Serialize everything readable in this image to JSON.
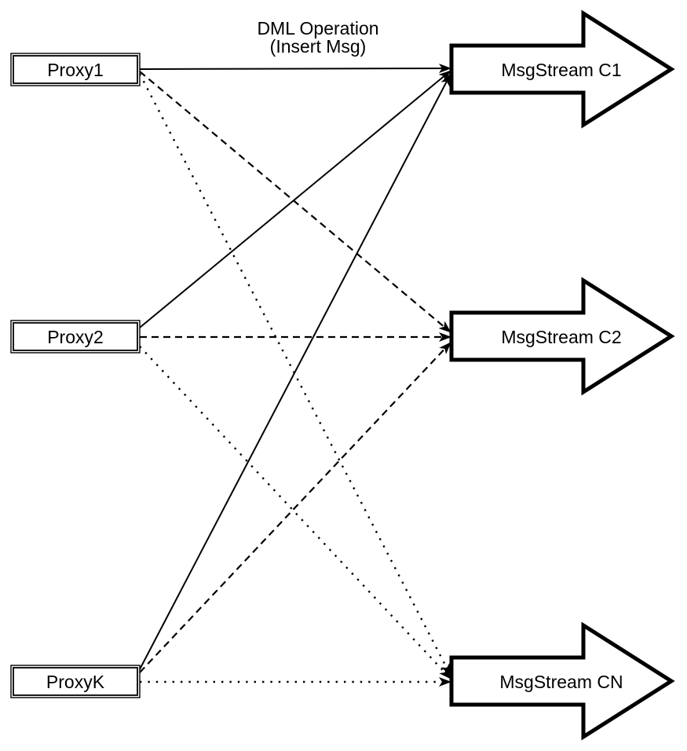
{
  "title": {
    "line1": "DML Operation",
    "line2": "(Insert Msg)"
  },
  "nodes": {
    "proxies": [
      {
        "id": "proxy1",
        "label": "Proxy1"
      },
      {
        "id": "proxy2",
        "label": "Proxy2"
      },
      {
        "id": "proxyk",
        "label": "ProxyK"
      }
    ],
    "streams": [
      {
        "id": "c1",
        "label": "MsgStream C1"
      },
      {
        "id": "c2",
        "label": "MsgStream C2"
      },
      {
        "id": "cn",
        "label": "MsgStream CN"
      }
    ]
  },
  "edges": [
    {
      "from": "proxy1",
      "to": "c1",
      "style": "solid"
    },
    {
      "from": "proxy1",
      "to": "c2",
      "style": "dashed"
    },
    {
      "from": "proxy1",
      "to": "cn",
      "style": "dotted"
    },
    {
      "from": "proxy2",
      "to": "c1",
      "style": "solid"
    },
    {
      "from": "proxy2",
      "to": "c2",
      "style": "dashed"
    },
    {
      "from": "proxy2",
      "to": "cn",
      "style": "dotted"
    },
    {
      "from": "proxyk",
      "to": "c1",
      "style": "solid"
    },
    {
      "from": "proxyk",
      "to": "c2",
      "style": "dashed"
    },
    {
      "from": "proxyk",
      "to": "cn",
      "style": "dotted"
    }
  ],
  "colors": {
    "ink": "#000000",
    "background": "#ffffff"
  }
}
